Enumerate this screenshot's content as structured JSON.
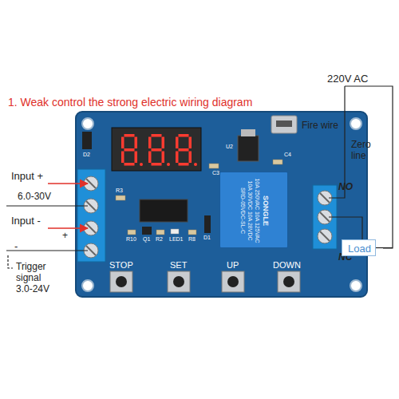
{
  "diagram": {
    "title": "1. Weak control the strong electric wiring diagram",
    "nodes": [
      {
        "text": [
          "SONGLE",
          "10A 250VAC 10A 125VAC",
          "10A 30VDC 10A 28VDC",
          "SRD-05VDC-SL-C"
        ]
      },
      {
        "text": [
          "Load"
        ]
      }
    ],
    "labels": [
      "220V AC",
      "Fire wire",
      "Zero line",
      "Input +",
      "6.0-30V",
      "Input -",
      "+",
      "-",
      "Trigger signal 3.0-24V",
      "NO",
      "NC",
      "D2",
      "U2",
      "C4",
      "C3",
      "R3",
      "R10",
      "Q1",
      "R2",
      "LED1",
      "R8",
      "D1",
      "STOP",
      "SET",
      "UP",
      "DOWN"
    ]
  }
}
